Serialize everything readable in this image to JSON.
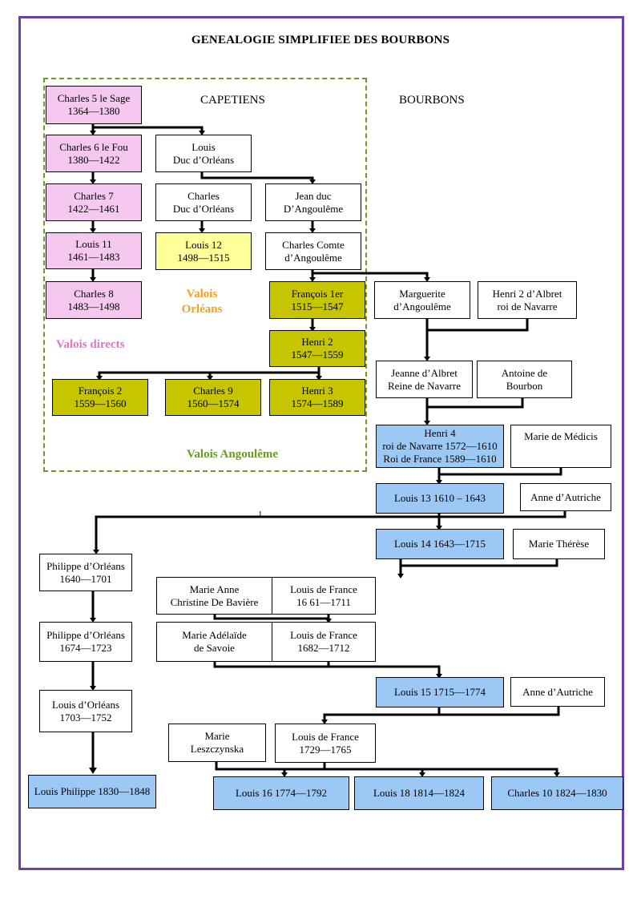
{
  "title": "GENEALOGIE SIMPLIFIEE DES BOURBONS",
  "section_labels": {
    "capetiens": "CAPETIENS",
    "bourbons": "BOURBONS"
  },
  "groups": {
    "valois_directs": "Valois directs",
    "valois_orleans_1": "Valois",
    "valois_orleans_2": "Orléans",
    "valois_angouleme": "Valois Angoulême"
  },
  "colors": {
    "frame": "#6a3fb0",
    "dashed": "#6a9a2a",
    "valois_directs": "#e870c8",
    "valois_orleans": "#f0a020",
    "valois_angouleme": "#6a9a2a",
    "pink": "#f6c8f0",
    "yellow": "#ffff9a",
    "olive": "#c7c400",
    "blue": "#9cc8f5"
  },
  "people": {
    "charles5": [
      "Charles 5 le Sage",
      "1364—1380"
    ],
    "charles6": [
      "Charles 6 le Fou",
      "1380—1422"
    ],
    "charles7": [
      "Charles 7",
      "1422—1461"
    ],
    "louis11": [
      "Louis 11",
      "1461—1483"
    ],
    "charles8": [
      "Charles 8",
      "1483—1498"
    ],
    "louis_orleans": [
      "Louis",
      "Duc d’Orléans"
    ],
    "charles_orleans": [
      "Charles",
      "Duc d’Orléans"
    ],
    "louis12": [
      "Louis 12",
      "1498—1515"
    ],
    "jean_angouleme": [
      "Jean duc",
      "D’Angoulême"
    ],
    "charles_angouleme": [
      "Charles Comte",
      "d’Angoulême"
    ],
    "francois1": [
      "François 1er",
      "1515—1547"
    ],
    "henri2": [
      "Henri 2",
      "1547—1559"
    ],
    "francois2": [
      "François 2",
      "1559—1560"
    ],
    "charles9": [
      "Charles 9",
      "1560—1574"
    ],
    "henri3": [
      "Henri 3",
      "1574—1589"
    ],
    "marguerite": [
      "Marguerite",
      "d’Angoulême"
    ],
    "henri2albret": [
      "Henri 2 d’Albret",
      "roi de Navarre"
    ],
    "jeanne": [
      "Jeanne d’Albret",
      "Reine de Navarre"
    ],
    "antoine": [
      "Antoine de",
      "Bourbon"
    ],
    "henri4": [
      "Henri 4",
      "roi de Navarre 1572—1610",
      "Roi de France 1589—1610"
    ],
    "medicis": [
      "Marie de Médicis"
    ],
    "louis13": [
      "Louis 13  1610 – 1643"
    ],
    "anne1": [
      "Anne d’Autriche"
    ],
    "louis14": [
      "Louis 14  1643—1715"
    ],
    "marie_therese": [
      "Marie Thérèse"
    ],
    "philippe1": [
      "Philippe d’Orléans",
      "1640—1701"
    ],
    "marie_anne": [
      "Marie Anne",
      "Christine De Bavière"
    ],
    "louis_france1": [
      "Louis de France",
      "16 61—1711"
    ],
    "philippe2": [
      "Philippe d’Orléans",
      "1674—1723"
    ],
    "marie_adelaide": [
      "Marie Adélaïde",
      "de Savoie"
    ],
    "louis_france2": [
      "Louis de France",
      "1682—1712"
    ],
    "louis15": [
      "Louis 15 1715—1774"
    ],
    "anne2": [
      "Anne d’Autriche"
    ],
    "louis_orleans3": [
      "Louis d’Orléans",
      "1703—1752"
    ],
    "marie_leszczynska": [
      "Marie",
      "Leszczynska"
    ],
    "louis_france3": [
      "Louis de France",
      "1729—1765"
    ],
    "louis_philippe": [
      "Louis Philippe 1830—1848"
    ],
    "louis16": [
      "Louis 16   1774—1792"
    ],
    "louis18": [
      "Louis 18   1814—1824"
    ],
    "charles10": [
      "Charles 10   1824—1830"
    ]
  },
  "connector_label": "1"
}
